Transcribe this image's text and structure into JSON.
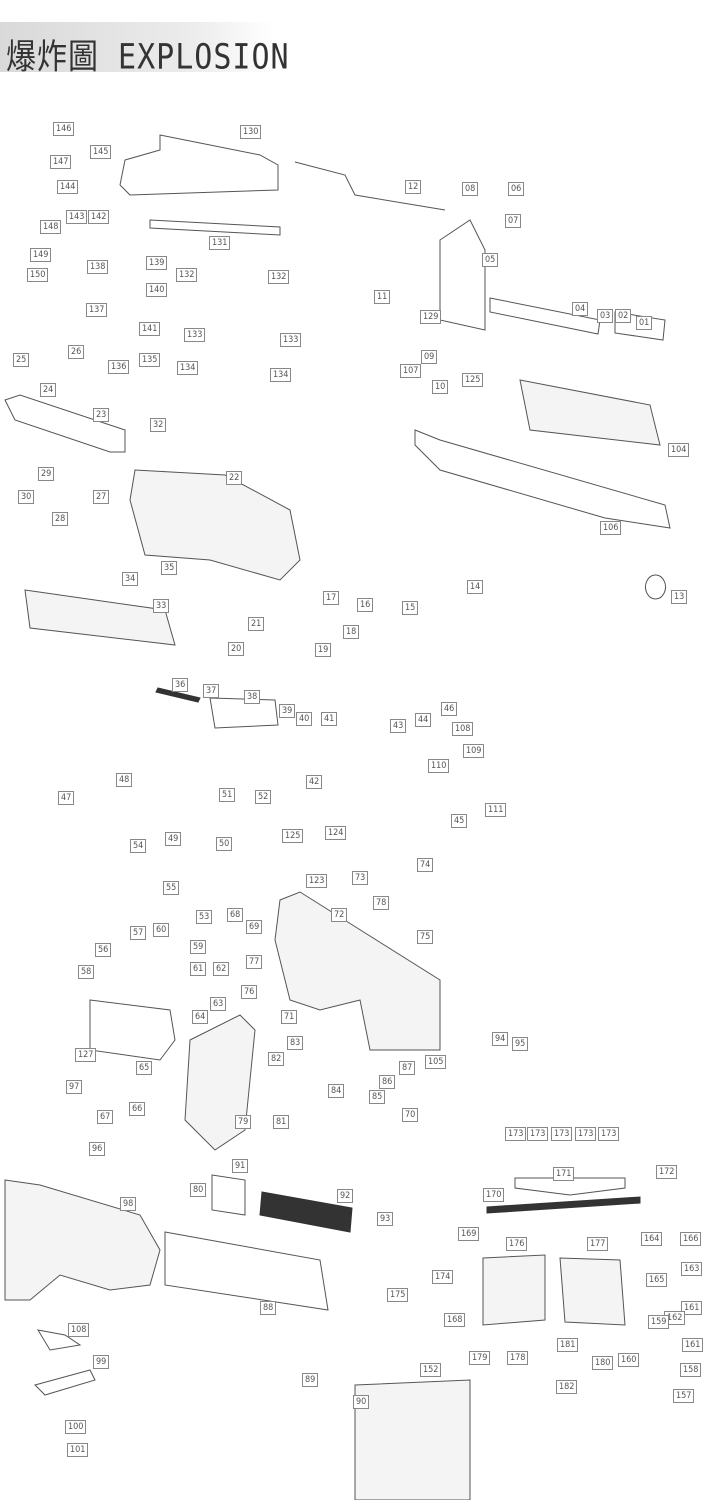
{
  "header": {
    "title": "爆炸圖 EXPLOSION"
  },
  "part_labels": [
    "146",
    "145",
    "130",
    "147",
    "144",
    "12",
    "08",
    "06",
    "143",
    "142",
    "148",
    "07",
    "131",
    "05",
    "149",
    "139",
    "138",
    "132",
    "132",
    "150",
    "140",
    "11",
    "04",
    "03",
    "02",
    "01",
    "137",
    "141",
    "133",
    "133",
    "129",
    "09",
    "135",
    "136",
    "134",
    "134",
    "25",
    "26",
    "107",
    "24",
    "10",
    "125",
    "23",
    "32",
    "104",
    "29",
    "22",
    "30",
    "27",
    "28",
    "106",
    "35",
    "34",
    "33",
    "17",
    "16",
    "15",
    "14",
    "13",
    "21",
    "18",
    "20",
    "19",
    "36",
    "37",
    "38",
    "39",
    "40",
    "41",
    "46",
    "43",
    "44",
    "108",
    "109",
    "110",
    "42",
    "47",
    "48",
    "51",
    "52",
    "111",
    "45",
    "49",
    "50",
    "54",
    "125",
    "124",
    "123",
    "73",
    "74",
    "55",
    "68",
    "69",
    "72",
    "78",
    "60",
    "53",
    "57",
    "75",
    "56",
    "59",
    "58",
    "77",
    "61",
    "62",
    "76",
    "63",
    "64",
    "71",
    "94",
    "95",
    "127",
    "65",
    "83",
    "82",
    "105",
    "87",
    "97",
    "86",
    "84",
    "85",
    "67",
    "66",
    "70",
    "79",
    "81",
    "96",
    "173",
    "173",
    "173",
    "173",
    "173",
    "171",
    "172",
    "91",
    "98",
    "80",
    "170",
    "92",
    "93",
    "169",
    "176",
    "177",
    "164",
    "166",
    "174",
    "163",
    "88",
    "175",
    "165",
    "161",
    "168",
    "162",
    "159",
    "108",
    "161",
    "179",
    "178",
    "181",
    "180",
    "160",
    "158",
    "99",
    "152",
    "89",
    "182",
    "157",
    "90",
    "100",
    "101"
  ]
}
